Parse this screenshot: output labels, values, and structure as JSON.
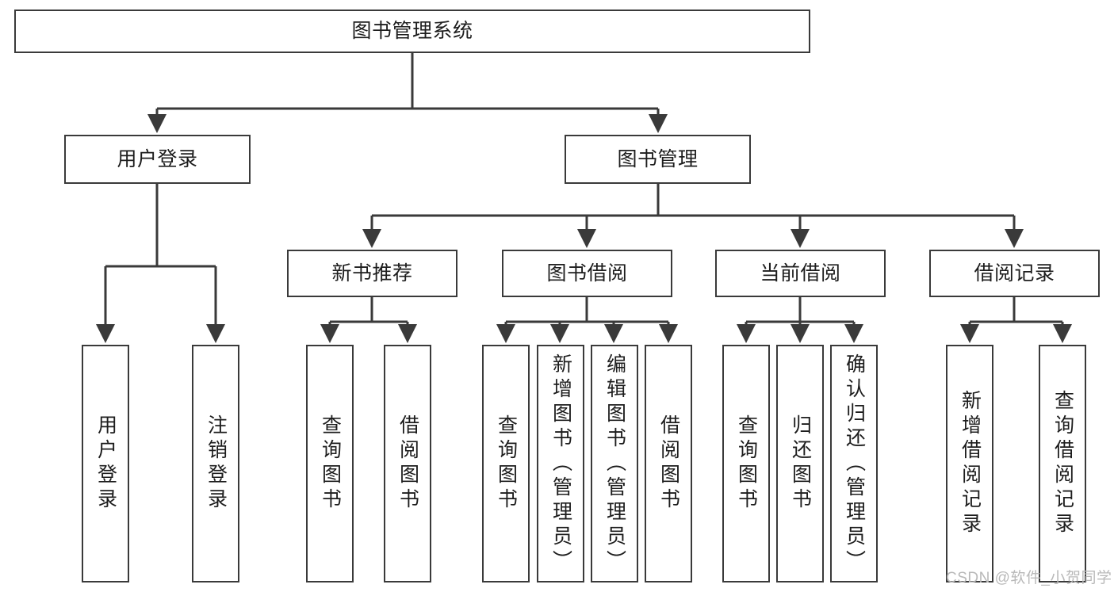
{
  "diagram": {
    "title": "图书管理系统",
    "type": "hierarchy-tree",
    "colors": {
      "background": "#ffffff",
      "node_border": "#3a3a3a",
      "node_fill": "#ffffff",
      "text": "#1d1d1d",
      "edge": "#3a3a3a",
      "watermark": "#b9b9b9"
    },
    "root": {
      "id": "root",
      "label": "图书管理系统"
    },
    "level2": [
      {
        "id": "user-login",
        "label": "用户登录"
      },
      {
        "id": "book-management",
        "label": "图书管理"
      }
    ],
    "level3": [
      {
        "id": "new-book-recommend",
        "label": "新书推荐",
        "parent": "book-management"
      },
      {
        "id": "book-borrow",
        "label": "图书借阅",
        "parent": "book-management"
      },
      {
        "id": "current-borrow",
        "label": "当前借阅",
        "parent": "book-management"
      },
      {
        "id": "borrow-record",
        "label": "借阅记录",
        "parent": "book-management"
      }
    ],
    "leaves": [
      {
        "id": "leaf-user-login",
        "label": "用户登录",
        "parent": "user-login"
      },
      {
        "id": "leaf-logout-login",
        "label": "注销登录",
        "parent": "user-login"
      },
      {
        "id": "leaf-query-book-1",
        "label": "查询图书",
        "parent": "new-book-recommend"
      },
      {
        "id": "leaf-borrow-book-1",
        "label": "借阅图书",
        "parent": "new-book-recommend"
      },
      {
        "id": "leaf-query-book-2",
        "label": "查询图书",
        "parent": "book-borrow"
      },
      {
        "id": "leaf-add-book",
        "label": "新增图书（管理员）",
        "parent": "book-borrow"
      },
      {
        "id": "leaf-edit-book",
        "label": "编辑图书（管理员）",
        "parent": "book-borrow"
      },
      {
        "id": "leaf-borrow-book-2",
        "label": "借阅图书",
        "parent": "book-borrow"
      },
      {
        "id": "leaf-query-book-3",
        "label": "查询图书",
        "parent": "current-borrow"
      },
      {
        "id": "leaf-return-book",
        "label": "归还图书",
        "parent": "current-borrow"
      },
      {
        "id": "leaf-confirm-return",
        "label": "确认归还（管理员）",
        "parent": "current-borrow"
      },
      {
        "id": "leaf-add-record",
        "label": "新增借阅记录",
        "parent": "borrow-record"
      },
      {
        "id": "leaf-query-record",
        "label": "查询借阅记录",
        "parent": "borrow-record"
      }
    ],
    "watermark": "CSDN @软件_小贺同学"
  }
}
